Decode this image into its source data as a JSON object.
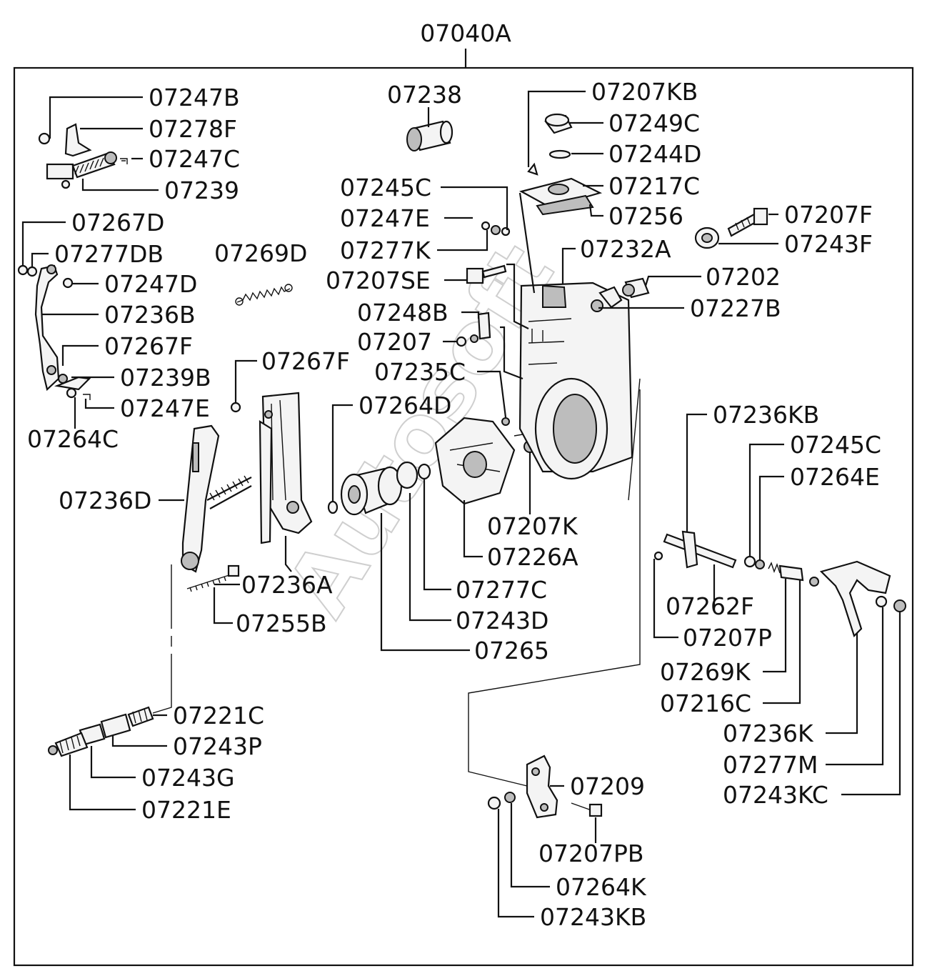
{
  "assembly_label": "07040A",
  "watermark": "Autosoft",
  "parts": [
    {
      "id": "p07247B",
      "code": "07247B"
    },
    {
      "id": "p07278F",
      "code": "07278F"
    },
    {
      "id": "p07247C",
      "code": "07247C"
    },
    {
      "id": "p07239",
      "code": "07239"
    },
    {
      "id": "p07267D",
      "code": "07267D"
    },
    {
      "id": "p07277DB",
      "code": "07277DB"
    },
    {
      "id": "p07247D",
      "code": "07247D"
    },
    {
      "id": "p07236B",
      "code": "07236B"
    },
    {
      "id": "p07267F1",
      "code": "07267F"
    },
    {
      "id": "p07239B",
      "code": "07239B"
    },
    {
      "id": "p07247E1",
      "code": "07247E"
    },
    {
      "id": "p07264C",
      "code": "07264C"
    },
    {
      "id": "p07269D",
      "code": "07269D"
    },
    {
      "id": "p07267F2",
      "code": "07267F"
    },
    {
      "id": "p07236D",
      "code": "07236D"
    },
    {
      "id": "p07236A",
      "code": "07236A"
    },
    {
      "id": "p07255B",
      "code": "07255B"
    },
    {
      "id": "p07238",
      "code": "07238"
    },
    {
      "id": "p07245C1",
      "code": "07245C"
    },
    {
      "id": "p07247E2",
      "code": "07247E"
    },
    {
      "id": "p07277K",
      "code": "07277K"
    },
    {
      "id": "p07207SE",
      "code": "07207SE"
    },
    {
      "id": "p07248B",
      "code": "07248B"
    },
    {
      "id": "p07207",
      "code": "07207"
    },
    {
      "id": "p07235C",
      "code": "07235C"
    },
    {
      "id": "p07264D",
      "code": "07264D"
    },
    {
      "id": "p07207K",
      "code": "07207K"
    },
    {
      "id": "p07226A",
      "code": "07226A"
    },
    {
      "id": "p07277C",
      "code": "07277C"
    },
    {
      "id": "p07243D",
      "code": "07243D"
    },
    {
      "id": "p07265",
      "code": "07265"
    },
    {
      "id": "p07207KB",
      "code": "07207KB"
    },
    {
      "id": "p07249C",
      "code": "07249C"
    },
    {
      "id": "p07244D",
      "code": "07244D"
    },
    {
      "id": "p07217C",
      "code": "07217C"
    },
    {
      "id": "p07256",
      "code": "07256"
    },
    {
      "id": "p07207F",
      "code": "07207F"
    },
    {
      "id": "p07243F",
      "code": "07243F"
    },
    {
      "id": "p07232A",
      "code": "07232A"
    },
    {
      "id": "p07202",
      "code": "07202"
    },
    {
      "id": "p07227B",
      "code": "07227B"
    },
    {
      "id": "p07236KB",
      "code": "07236KB"
    },
    {
      "id": "p07245C2",
      "code": "07245C"
    },
    {
      "id": "p07264E",
      "code": "07264E"
    },
    {
      "id": "p07262F",
      "code": "07262F"
    },
    {
      "id": "p07207P",
      "code": "07207P"
    },
    {
      "id": "p07269K",
      "code": "07269K"
    },
    {
      "id": "p07216C",
      "code": "07216C"
    },
    {
      "id": "p07236K",
      "code": "07236K"
    },
    {
      "id": "p07277M",
      "code": "07277M"
    },
    {
      "id": "p07243KC",
      "code": "07243KC"
    },
    {
      "id": "p07221C",
      "code": "07221C"
    },
    {
      "id": "p07243P",
      "code": "07243P"
    },
    {
      "id": "p07243G",
      "code": "07243G"
    },
    {
      "id": "p07221E",
      "code": "07221E"
    },
    {
      "id": "p07209",
      "code": "07209"
    },
    {
      "id": "p07207PB",
      "code": "07207PB"
    },
    {
      "id": "p07264K",
      "code": "07264K"
    },
    {
      "id": "p07243KB",
      "code": "07243KB"
    }
  ]
}
